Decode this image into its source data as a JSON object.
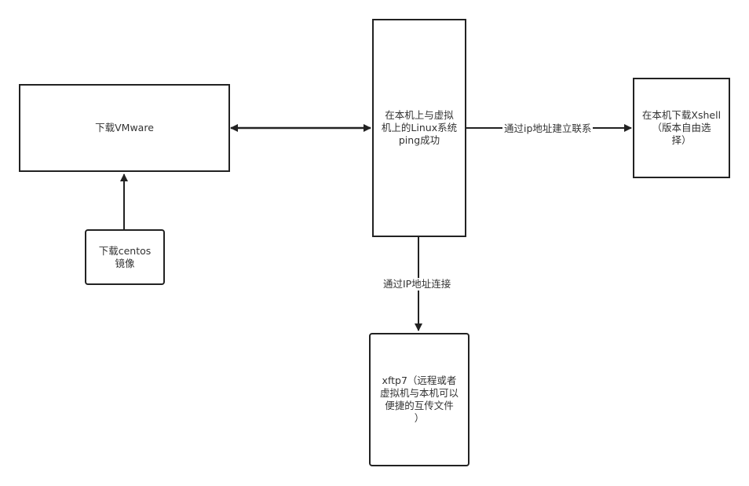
{
  "nodes": {
    "vmware": "下载VMware",
    "centos": "下载centos\n镜像",
    "ping": "在本机上与虚拟\n机上的Linux系统\nping成功",
    "xshell": "在本机下载Xshell\n（版本自由选\n择）",
    "xftp": "xftp7（远程或者\n虚拟机与本机可以\n便捷的互传文件\n）"
  },
  "edges": {
    "ip_link": "通过ip地址建立联系",
    "ip_connect": "通过IP地址连接"
  },
  "colors": {
    "stroke": "#222222",
    "text": "#333333",
    "background": "#ffffff"
  }
}
